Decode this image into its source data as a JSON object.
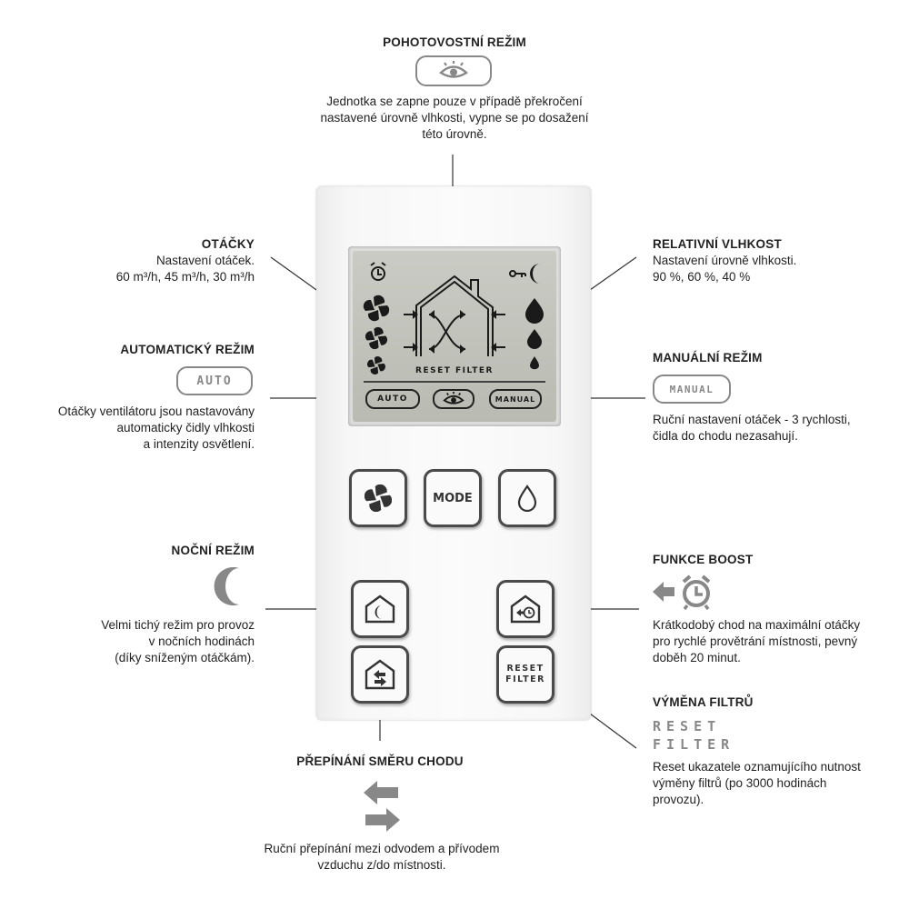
{
  "standby": {
    "title": "POHOTOVOSTNÍ REŽIM",
    "desc": [
      "Jednotka se zapne pouze v případě překročení",
      "nastavené úrovně vlhkosti, vypne se po dosažení",
      "této úrovně."
    ],
    "icon": "eye-icon"
  },
  "speed": {
    "title": "OTÁČKY",
    "desc": [
      "Nastavení otáček.",
      "60 m³/h, 45 m³/h, 30 m³/h"
    ]
  },
  "humidity": {
    "title": "RELATIVNÍ VLHKOST",
    "desc": [
      "Nastavení úrovně vlhkosti.",
      "90 %, 60 %, 40 %"
    ]
  },
  "auto_mode": {
    "title": "AUTOMATICKÝ REŽIM",
    "badge": "AUTO",
    "desc": [
      "Otáčky ventilátoru jsou nastavovány",
      "automaticky čidly vlhkosti",
      "a intenzity osvětlení."
    ]
  },
  "manual_mode": {
    "title": "MANUÁLNÍ REŽIM",
    "badge": "MANUAL",
    "desc": [
      "Ruční nastavení otáček - 3 rychlosti,",
      "čidla do chodu nezasahují."
    ]
  },
  "night_mode": {
    "title": "NOČNÍ REŽIM",
    "desc": [
      "Velmi tichý režim pro provoz",
      "v nočních hodinách",
      "(díky sníženým otáčkám)."
    ],
    "icon": "moon-icon"
  },
  "boost": {
    "title": "FUNKCE BOOST",
    "desc": [
      "Krátkodobý chod na maximální otáčky",
      "pro rychlé provětrání místnosti, pevný",
      "doběh 20 minut."
    ],
    "icon": "alarm-clock-arrow-icon"
  },
  "filter": {
    "title": "VÝMĚNA FILTRŮ",
    "badge_line1": "RESET",
    "badge_line2": "FILTER",
    "desc": [
      "Reset ukazatele oznamujícího nutnost",
      "výměny filtrů (po 3000 hodinách",
      "provozu)."
    ]
  },
  "direction": {
    "title": "PŘEPÍNÁNÍ SMĚRU CHODU",
    "desc": [
      "Ruční přepínání mezi odvodem a přívodem",
      "vzduchu z/do místnosti."
    ],
    "icon": "direction-arrows-icon"
  },
  "lcd": {
    "reset_filter": "RESET FILTER",
    "auto": "AUTO",
    "manual": "MANUAL"
  },
  "buttons": {
    "mode": "MODE",
    "reset": "RESET",
    "filter": "FILTER"
  },
  "colors": {
    "text": "#222222",
    "icon_grey": "#888888",
    "button_border": "#4a4a4a",
    "lcd_bg": "#c2c4bc"
  }
}
